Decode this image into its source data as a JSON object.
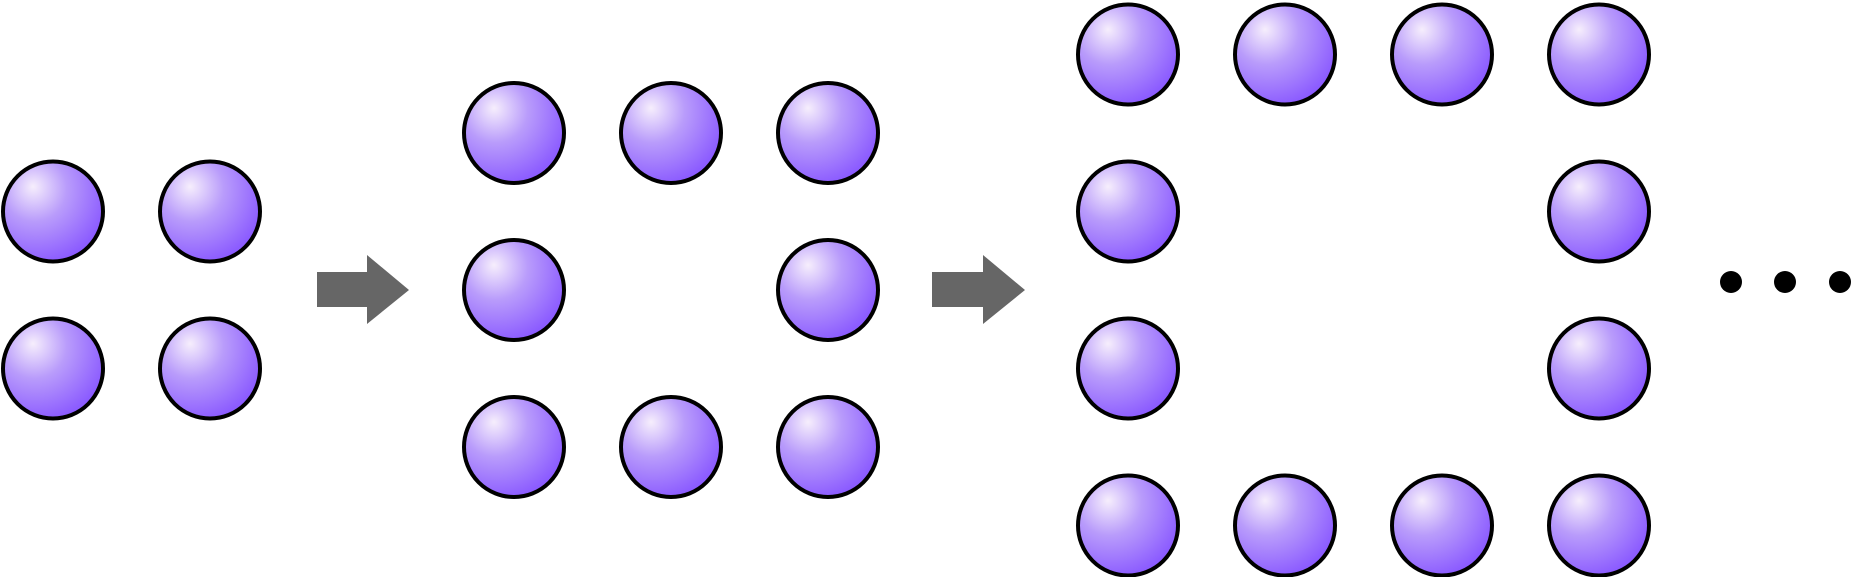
{
  "diagram": {
    "title": "",
    "stages": [
      {
        "name": "stage-1",
        "grid_size": 2,
        "ball_count": 4
      },
      {
        "name": "stage-2",
        "grid_size": 3,
        "ball_count": 8
      },
      {
        "name": "stage-3",
        "grid_size": 4,
        "ball_count": 12
      }
    ],
    "continuation": "…",
    "colors": {
      "ball_highlight": "#f6eefc",
      "ball_mid": "#b99cfb",
      "ball_fill": "#8c5cff",
      "ball_outline": "#000000",
      "arrow": "#666666",
      "ellipsis_dot": "#000000",
      "background": "#ffffff"
    }
  }
}
